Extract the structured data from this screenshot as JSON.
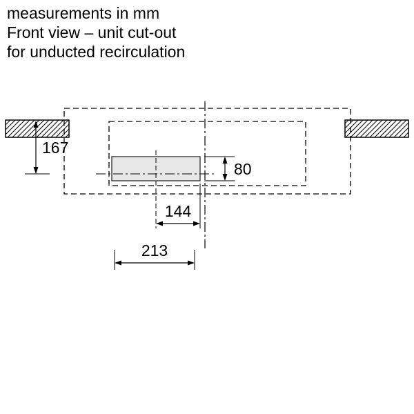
{
  "title": {
    "line1": "measurements in mm",
    "line2": "Front view – unit cut-out",
    "line3": "for unducted recirculation"
  },
  "diagram": {
    "unit": "mm",
    "view": "front",
    "dimensions": {
      "top_to_cutout_center": "167",
      "cutout_height": "80",
      "cutout_center_to_hob_center": "144",
      "cutout_width": "213"
    },
    "colors": {
      "line": "#000000",
      "cutout_fill": "#e7e7e7"
    }
  }
}
